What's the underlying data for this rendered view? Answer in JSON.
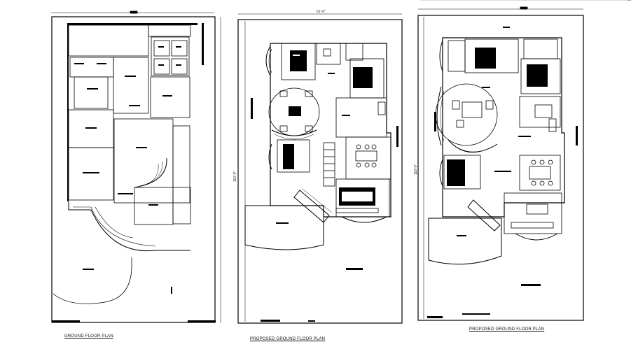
{
  "plans": [
    {
      "caption": "GROUND FLOOR PLAN"
    },
    {
      "caption": "PROPOSED GROUND FLOOR PLAN",
      "width_dim": "61'-0\"",
      "depth_dim": "116'-0\""
    },
    {
      "caption": "PROPOSED GROUND FLOOR PLAN",
      "depth_dim": "116'-0\""
    }
  ],
  "colors": {
    "ink": "#000000",
    "paper": "#ffffff"
  }
}
